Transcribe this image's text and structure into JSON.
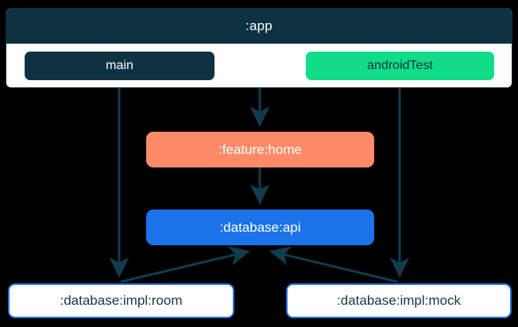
{
  "diagram": {
    "title": ":app",
    "type": "module-dependency-graph",
    "background_color": "#000000",
    "edge_color": "#123c4e",
    "cluster": {
      "id": "app",
      "label": ":app",
      "header_color": "#0d3242",
      "body_color": "#ffffff",
      "source_sets": [
        {
          "id": "main",
          "label": "main",
          "fill": "#0d3242",
          "text_color": "#ffffff"
        },
        {
          "id": "androidTest",
          "label": "androidTest",
          "fill": "#11dd88",
          "text_color": "#0d3242"
        }
      ]
    },
    "nodes": [
      {
        "id": "feature-home",
        "label": ":feature:home",
        "fill": "#fd8b69",
        "text_color": "#ffffff"
      },
      {
        "id": "database-api",
        "label": ":database:api",
        "fill": "#1a73e8",
        "text_color": "#ffffff"
      },
      {
        "id": "database-impl-room",
        "label": ":database:impl:room",
        "fill": "#ffffff",
        "border": "#2272eb",
        "text_color": "#16384a"
      },
      {
        "id": "database-impl-mock",
        "label": ":database:impl:mock",
        "fill": "#ffffff",
        "border": "#2272eb",
        "text_color": "#16384a"
      }
    ],
    "edges": [
      {
        "from": "main",
        "to": "database-impl-room"
      },
      {
        "from": "app",
        "to": "feature-home"
      },
      {
        "from": "androidTest",
        "to": "database-impl-mock"
      },
      {
        "from": "feature-home",
        "to": "database-api"
      },
      {
        "from": "database-impl-room",
        "to": "database-api"
      },
      {
        "from": "database-impl-mock",
        "to": "database-api"
      }
    ]
  }
}
